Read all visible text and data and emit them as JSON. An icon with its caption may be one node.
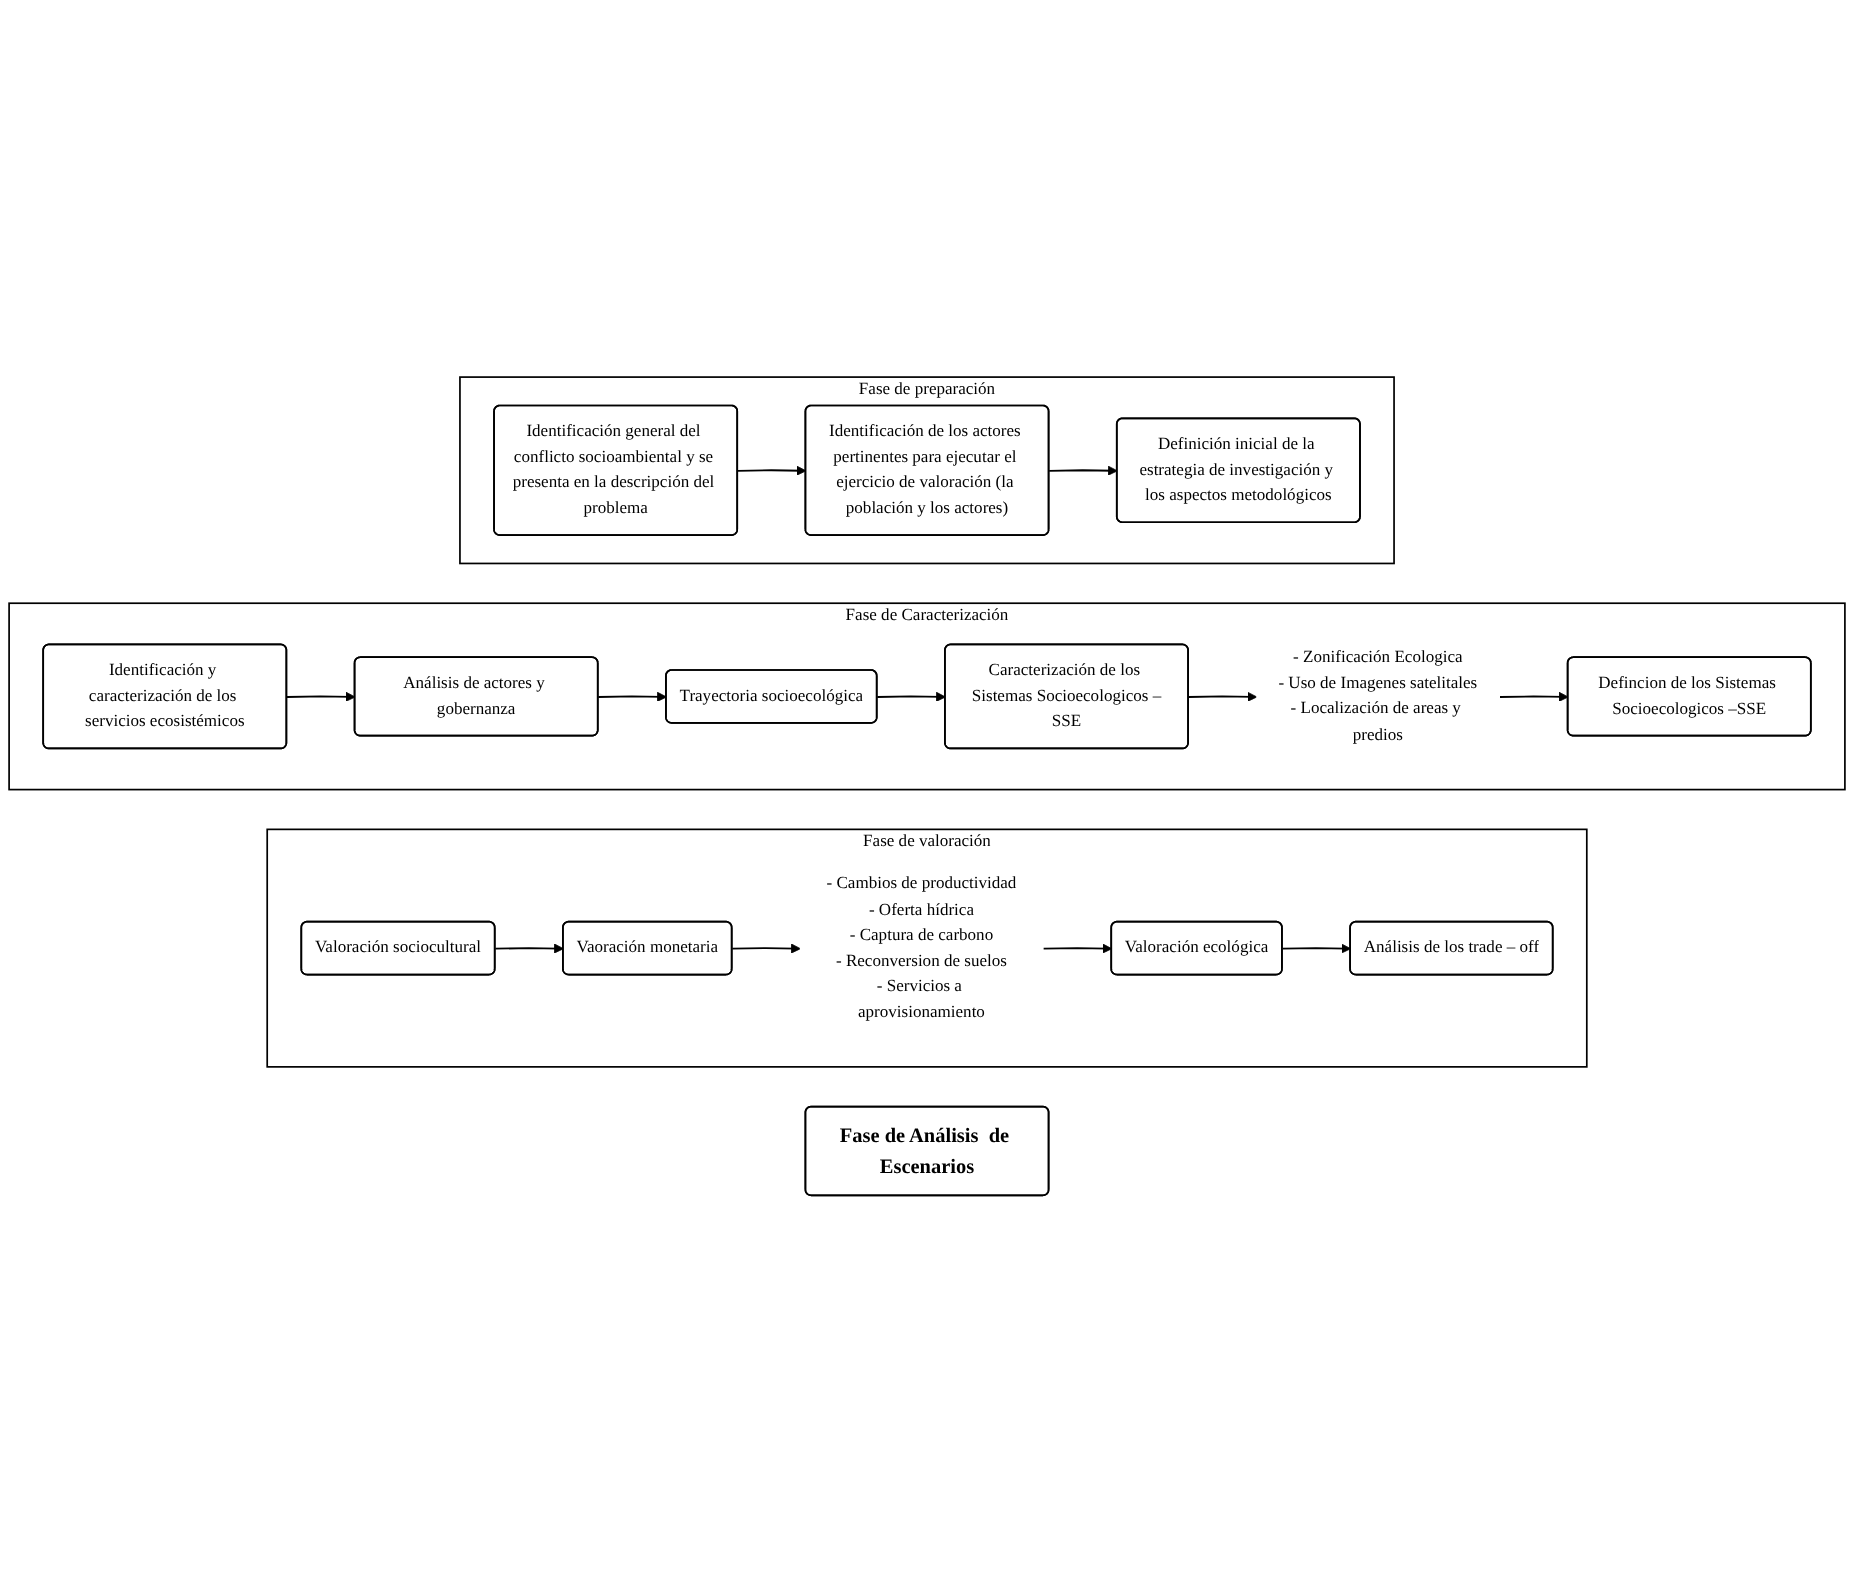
{
  "diagram": {
    "nodes": [
      {
        "text": [
          "Fase de preparación"
        ]
      },
      {
        "text": [
          "Identificación general del conflicto socioambiental y se presenta en la descripción del problema"
        ],
        "in": 0
      },
      {
        "text": [
          "Identificación de los actores pertinentes para ejecutar el ejercicio de valoración (la población y los actores)"
        ],
        "in": 0
      },
      {
        "text": [
          "Definición inicial de la estrategia de investigación y los aspectos metodológicos"
        ],
        "in": 0
      },
      {
        "text": [
          "Fase de Caracterización"
        ]
      },
      {
        "text": [
          "Identificación y caracterización de los servicios ecosistémicos"
        ],
        "in": 4
      },
      {
        "text": [
          "Análisis de actores y gobernanza"
        ],
        "in": 4
      },
      {
        "text": [
          "Trayectoria socioecológica"
        ],
        "in": 4
      },
      {
        "text": [
          "Caracterización de los Sistemas Socioecologicos –SSE"
        ],
        "in": 4
      },
      {
        "text": [
          "- Zonificación Ecologica",
          "- Uso de Imagenes satelitales",
          "- Localización de areas y predios"
        ],
        "in": 4
      },
      {
        "text": [
          "Defincion de los Sistemas Socioecologicos –SSE"
        ],
        "in": 4
      },
      {
        "text": [
          "Fase de valoración"
        ]
      },
      {
        "text": [
          "Valoración sociocultural"
        ],
        "in": 11
      },
      {
        "text": [
          "Vaoración monetaria"
        ],
        "in": 11
      },
      {
        "text": [
          "- Cambios de productividad",
          "- Oferta hídrica",
          "- Captura de carbono",
          "- Reconversion de suelos",
          "- Servicios a aprovisionamiento"
        ],
        "in": 11
      },
      {
        "text": [
          "Valoración ecológica"
        ],
        "in": 11
      },
      {
        "text": [
          "Análisis de los trade – off"
        ],
        "in": 11
      },
      {
        "text": [
          "Fase de Análisis  de Escenarios"
        ]
      }
    ],
    "edges": [
      {
        "from": 1,
        "to": 2,
        "arrow": "to"
      },
      {
        "from": 2,
        "to": 3,
        "arrow": "to"
      },
      {
        "from": 5,
        "to": 6,
        "arrow": "to"
      },
      {
        "from": 6,
        "to": 7,
        "arrow": "to"
      },
      {
        "from": 7,
        "to": 8,
        "arrow": "to"
      },
      {
        "from": 8,
        "to": 9,
        "arrow": "to"
      },
      {
        "from": 9,
        "to": 10,
        "arrow": "to"
      },
      {
        "from": 12,
        "to": 13,
        "arrow": "to"
      },
      {
        "from": 13,
        "to": 14,
        "arrow": "to"
      },
      {
        "from": 14,
        "to": 15,
        "arrow": "to"
      },
      {
        "from": 15,
        "to": 16,
        "arrow": "to"
      }
    ]
  }
}
